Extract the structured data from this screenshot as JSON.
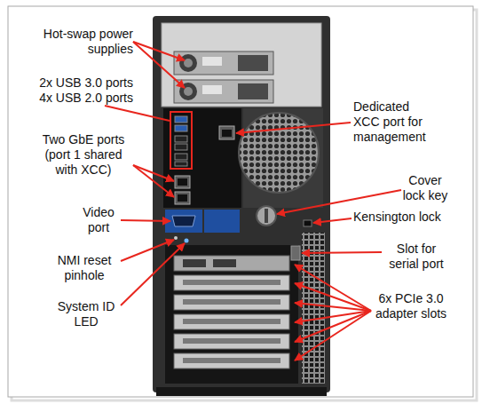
{
  "diagram": {
    "labels": [
      "Hot-swap power supplies",
      "2x USB 3.0 ports 4x USB 2.0 ports",
      "Two GbE ports (port 1 shared with XCC)",
      "Video port",
      "NMI reset pinhole",
      "System ID LED",
      "Dedicated XCC port for management",
      "Cover lock key",
      "Kensington lock",
      "Slot for serial port",
      "6x PCIe 3.0 adapter slots"
    ]
  }
}
